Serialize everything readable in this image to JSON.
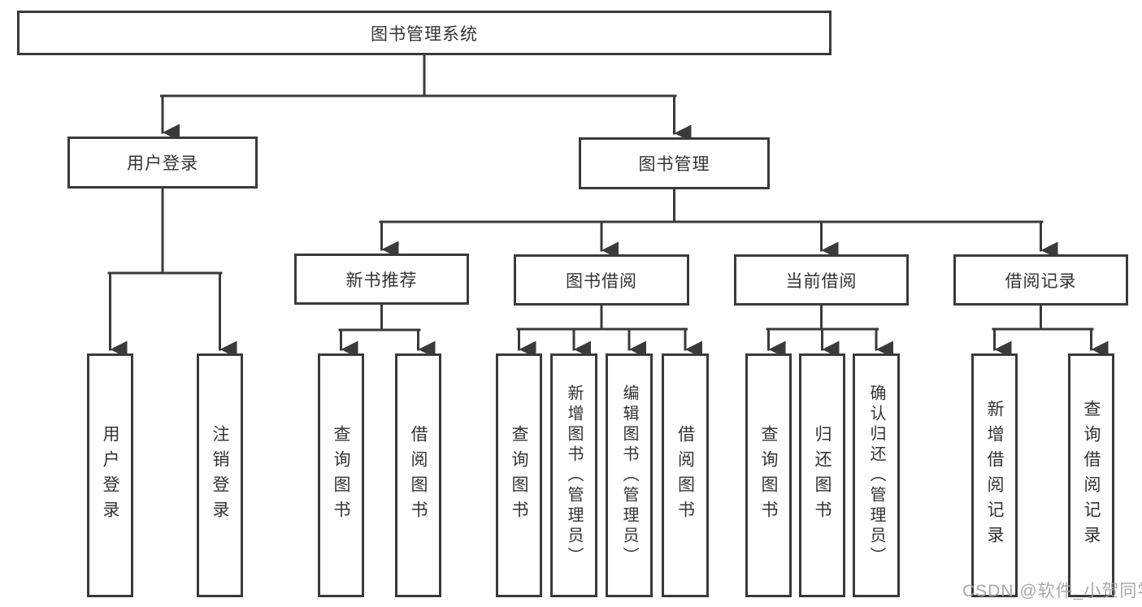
{
  "watermark": "CSDN @软件_小贺同学",
  "colors": {
    "line": "#3a3a3a",
    "border": "#3a3a3a",
    "text": "#333333",
    "background": "#ffffff",
    "watermark": "#9e9e9e"
  },
  "tree": {
    "label": "图书管理系统",
    "children": [
      {
        "label": "用户登录",
        "children": [
          {
            "label": "用户登录"
          },
          {
            "label": "注销登录"
          }
        ]
      },
      {
        "label": "图书管理",
        "children": [
          {
            "label": "新书推荐",
            "children": [
              {
                "label": "查询图书"
              },
              {
                "label": "借阅图书"
              }
            ]
          },
          {
            "label": "图书借阅",
            "children": [
              {
                "label": "查询图书"
              },
              {
                "label": "新增图书（管理员）"
              },
              {
                "label": "编辑图书（管理员）"
              },
              {
                "label": "借阅图书"
              }
            ]
          },
          {
            "label": "当前借阅",
            "children": [
              {
                "label": "查询图书"
              },
              {
                "label": "归还图书"
              },
              {
                "label": "确认归还（管理员）"
              }
            ]
          },
          {
            "label": "借阅记录",
            "children": [
              {
                "label": "新增借阅记录"
              },
              {
                "label": "查询借阅记录"
              }
            ]
          }
        ]
      }
    ]
  }
}
